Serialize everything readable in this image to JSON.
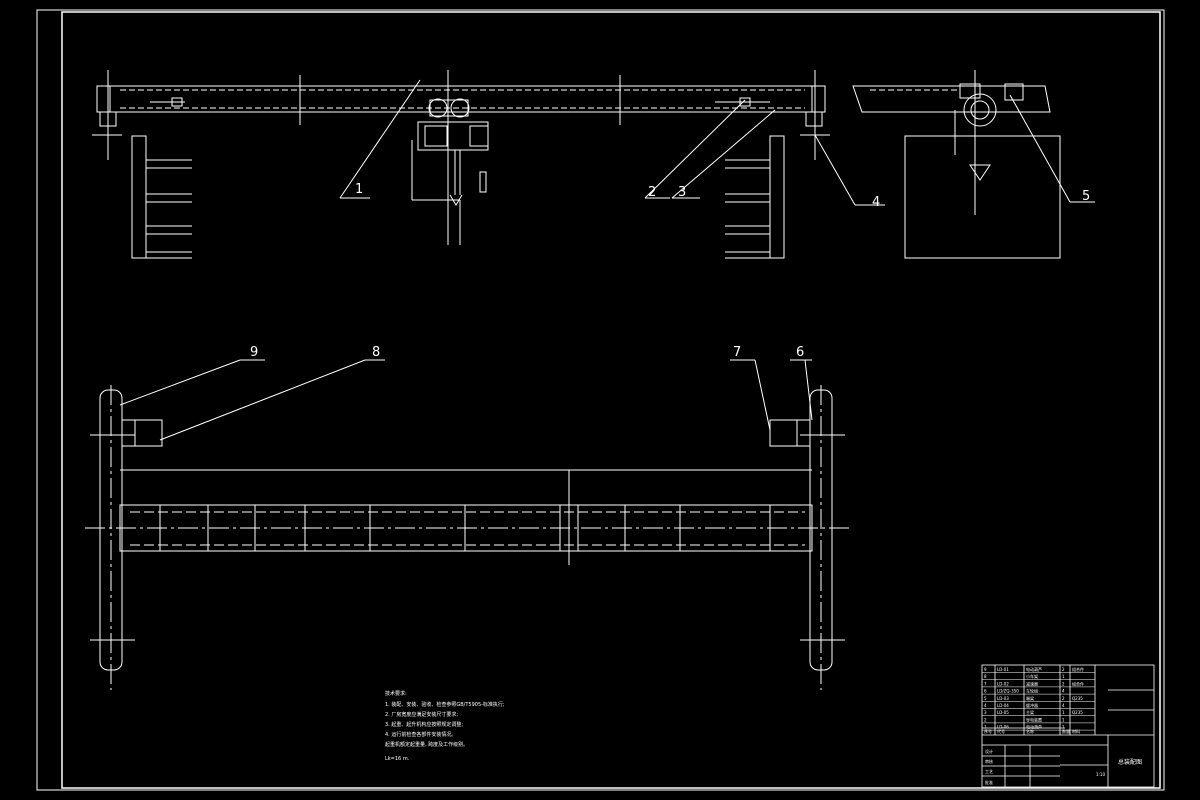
{
  "drawing": {
    "title_block_title": "总装配图",
    "scale": "1:10",
    "notes_heading": "技术要求:",
    "notes": [
      "1. 装配、安装、验收、检查参照GB/T5905-标准执行;",
      "2. 厂房宽度应满足安装尺寸要求;",
      "3. 起重、起升机构应按照规定调整;",
      "4. 运行前检查各部件安装情况。",
      "   起重机额定起重量, 跨度及工作级别。"
    ],
    "notes_footer": "Lk=16 m."
  },
  "callouts": [
    "1",
    "2",
    "3",
    "4",
    "5",
    "6",
    "7",
    "8",
    "9"
  ],
  "parts_list": [
    {
      "no": "9",
      "code": "LD-01",
      "name": "电动葫芦",
      "qty": "2",
      "mat": "组合件"
    },
    {
      "no": "8",
      "code": "",
      "name": "小车架",
      "qty": "1",
      "mat": ""
    },
    {
      "no": "7",
      "code": "LD-02",
      "name": "减速器",
      "qty": "2",
      "mat": "组合件"
    },
    {
      "no": "6",
      "code": "LD/ZQ-350",
      "name": "车轮组",
      "qty": "4",
      "mat": ""
    },
    {
      "no": "5",
      "code": "LD-03",
      "name": "端梁",
      "qty": "2",
      "mat": "Q235"
    },
    {
      "no": "4",
      "code": "LD-04",
      "name": "缓冲器",
      "qty": "4",
      "mat": ""
    },
    {
      "no": "3",
      "code": "LD-05",
      "name": "主梁",
      "qty": "1",
      "mat": "Q235"
    },
    {
      "no": "2",
      "code": "",
      "name": "导电装置",
      "qty": "1",
      "mat": ""
    },
    {
      "no": "1",
      "code": "LD-06",
      "name": "电动葫芦",
      "qty": "1",
      "mat": ""
    }
  ],
  "parts_header": [
    "序号",
    "代号",
    "名称",
    "数量",
    "材料"
  ],
  "signature_rows": [
    "设计",
    "审核",
    "工艺",
    "批准"
  ]
}
